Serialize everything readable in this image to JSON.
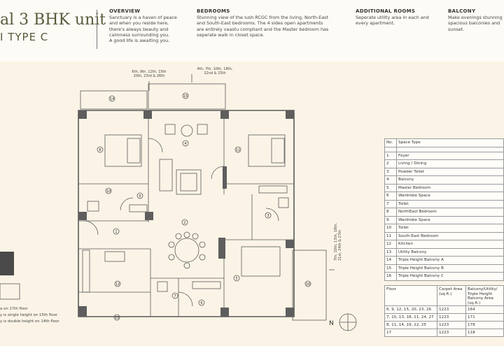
{
  "header": {
    "title_line1": "al 3 BHK unit",
    "title_line2": "I TYPE C",
    "sections": [
      {
        "heading": "OVERVIEW",
        "lines": [
          "Sanctuary is a haven of peace",
          "and when you reside here,",
          "there's always beauty and",
          "calmness surrounding you.",
          "A good life is awaiting you."
        ]
      },
      {
        "heading": "BEDROOMS",
        "lines": [
          "Stunning view of the lush RCGC from the living, North-East",
          "and South-East bedrooms. The 4 sides open apartments",
          "are entirely vaastu compliant and the Master bedroom has",
          "seperate walk in closet space."
        ]
      },
      {
        "heading": "ADDITIONAL ROOMS",
        "lines": [
          "Seperate utility area in each and",
          "every apartment."
        ]
      },
      {
        "heading": "BALCONY",
        "lines": [
          "Make evenings stunning",
          "spacious balconies and",
          "sunset."
        ]
      }
    ]
  },
  "floor_labels": {
    "left_balcony": "6th, 9th, 12th, 15th\n20th, 23rd & 26th",
    "mid_balcony": "4th, 7th, 10th, 18th,\n22nd & 25th",
    "right_balcony": "7th, 10th, 13th, 18th,\n21st, 24th & 27th"
  },
  "room_numbers": [
    "1",
    "2",
    "3",
    "4",
    "5",
    "6",
    "7",
    "8",
    "9",
    "10",
    "11",
    "12",
    "13",
    "14",
    "15",
    "16"
  ],
  "compass": "N",
  "space_table": {
    "headers": [
      "No.",
      "Space Type"
    ],
    "rows": [
      [
        "1",
        "Foyer"
      ],
      [
        "2",
        "Living / Dining"
      ],
      [
        "3",
        "Powder Toilet"
      ],
      [
        "4",
        "Balcony"
      ],
      [
        "5",
        "Master Bedroom"
      ],
      [
        "6",
        "Wardrobe Space"
      ],
      [
        "7",
        "Toilet"
      ],
      [
        "8",
        "NorthEast Bedroom"
      ],
      [
        "9",
        "Wardrobe Space"
      ],
      [
        "10",
        "Toilet"
      ],
      [
        "11",
        "South-East Bedroom"
      ],
      [
        "12",
        "Kitchen"
      ],
      [
        "13",
        "Utility Balcony"
      ],
      [
        "14",
        "Triple Height Balcony A"
      ],
      [
        "15",
        "Triple Height Balcony B"
      ],
      [
        "16",
        "Triple Height Balcony C"
      ]
    ]
  },
  "area_table": {
    "headers": [
      "Floor",
      "Carpet Area (sq.ft.)",
      "Balcony/Utility/ Triple Height Balcony Area (sq.ft.)"
    ],
    "rows": [
      [
        "6, 9, 12, 15, 20, 23, 26",
        "1223",
        "164"
      ],
      [
        "7, 10, 13, 18, 21, 24, 27",
        "1223",
        "171"
      ],
      [
        "8, 11, 14, 19, 22, 25",
        "1223",
        "178"
      ],
      [
        "17",
        "1223",
        "118"
      ]
    ]
  },
  "notes": [
    "a on 17th floor",
    "y is single height on 15th floor",
    "y is double height on 14th floor"
  ]
}
